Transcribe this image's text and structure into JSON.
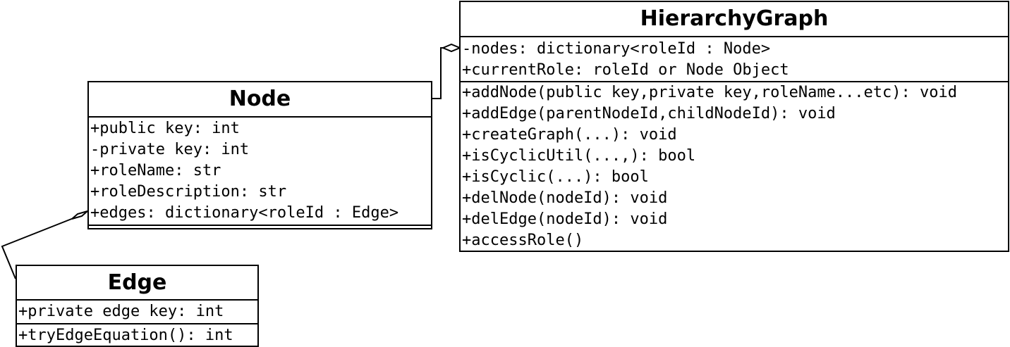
{
  "classes": {
    "hierarchy_graph": {
      "name": "HierarchyGraph",
      "attributes": [
        "-nodes: dictionary<roleId : Node>",
        "+currentRole: roleId or Node Object"
      ],
      "methods": [
        "+addNode(public key,private key,roleName...etc): void",
        "+addEdge(parentNodeId,childNodeId): void",
        "+createGraph(...): void",
        "+isCyclicUtil(...,): bool",
        "+isCyclic(...): bool",
        "+delNode(nodeId): void",
        "+delEdge(nodeId): void",
        "+accessRole()"
      ]
    },
    "node": {
      "name": "Node",
      "attributes": [
        "+public key: int",
        "-private key: int",
        "+roleName: str",
        "+roleDescription: str",
        "+edges: dictionary<roleId : Edge>"
      ],
      "methods": []
    },
    "edge": {
      "name": "Edge",
      "attributes": [
        "+private edge key: int"
      ],
      "methods": [
        "+tryEdgeEquation(): int"
      ]
    }
  },
  "relations": [
    {
      "type": "aggregation",
      "whole": "HierarchyGraph",
      "part": "Node"
    },
    {
      "type": "aggregation",
      "whole": "Node",
      "part": "Edge"
    }
  ]
}
